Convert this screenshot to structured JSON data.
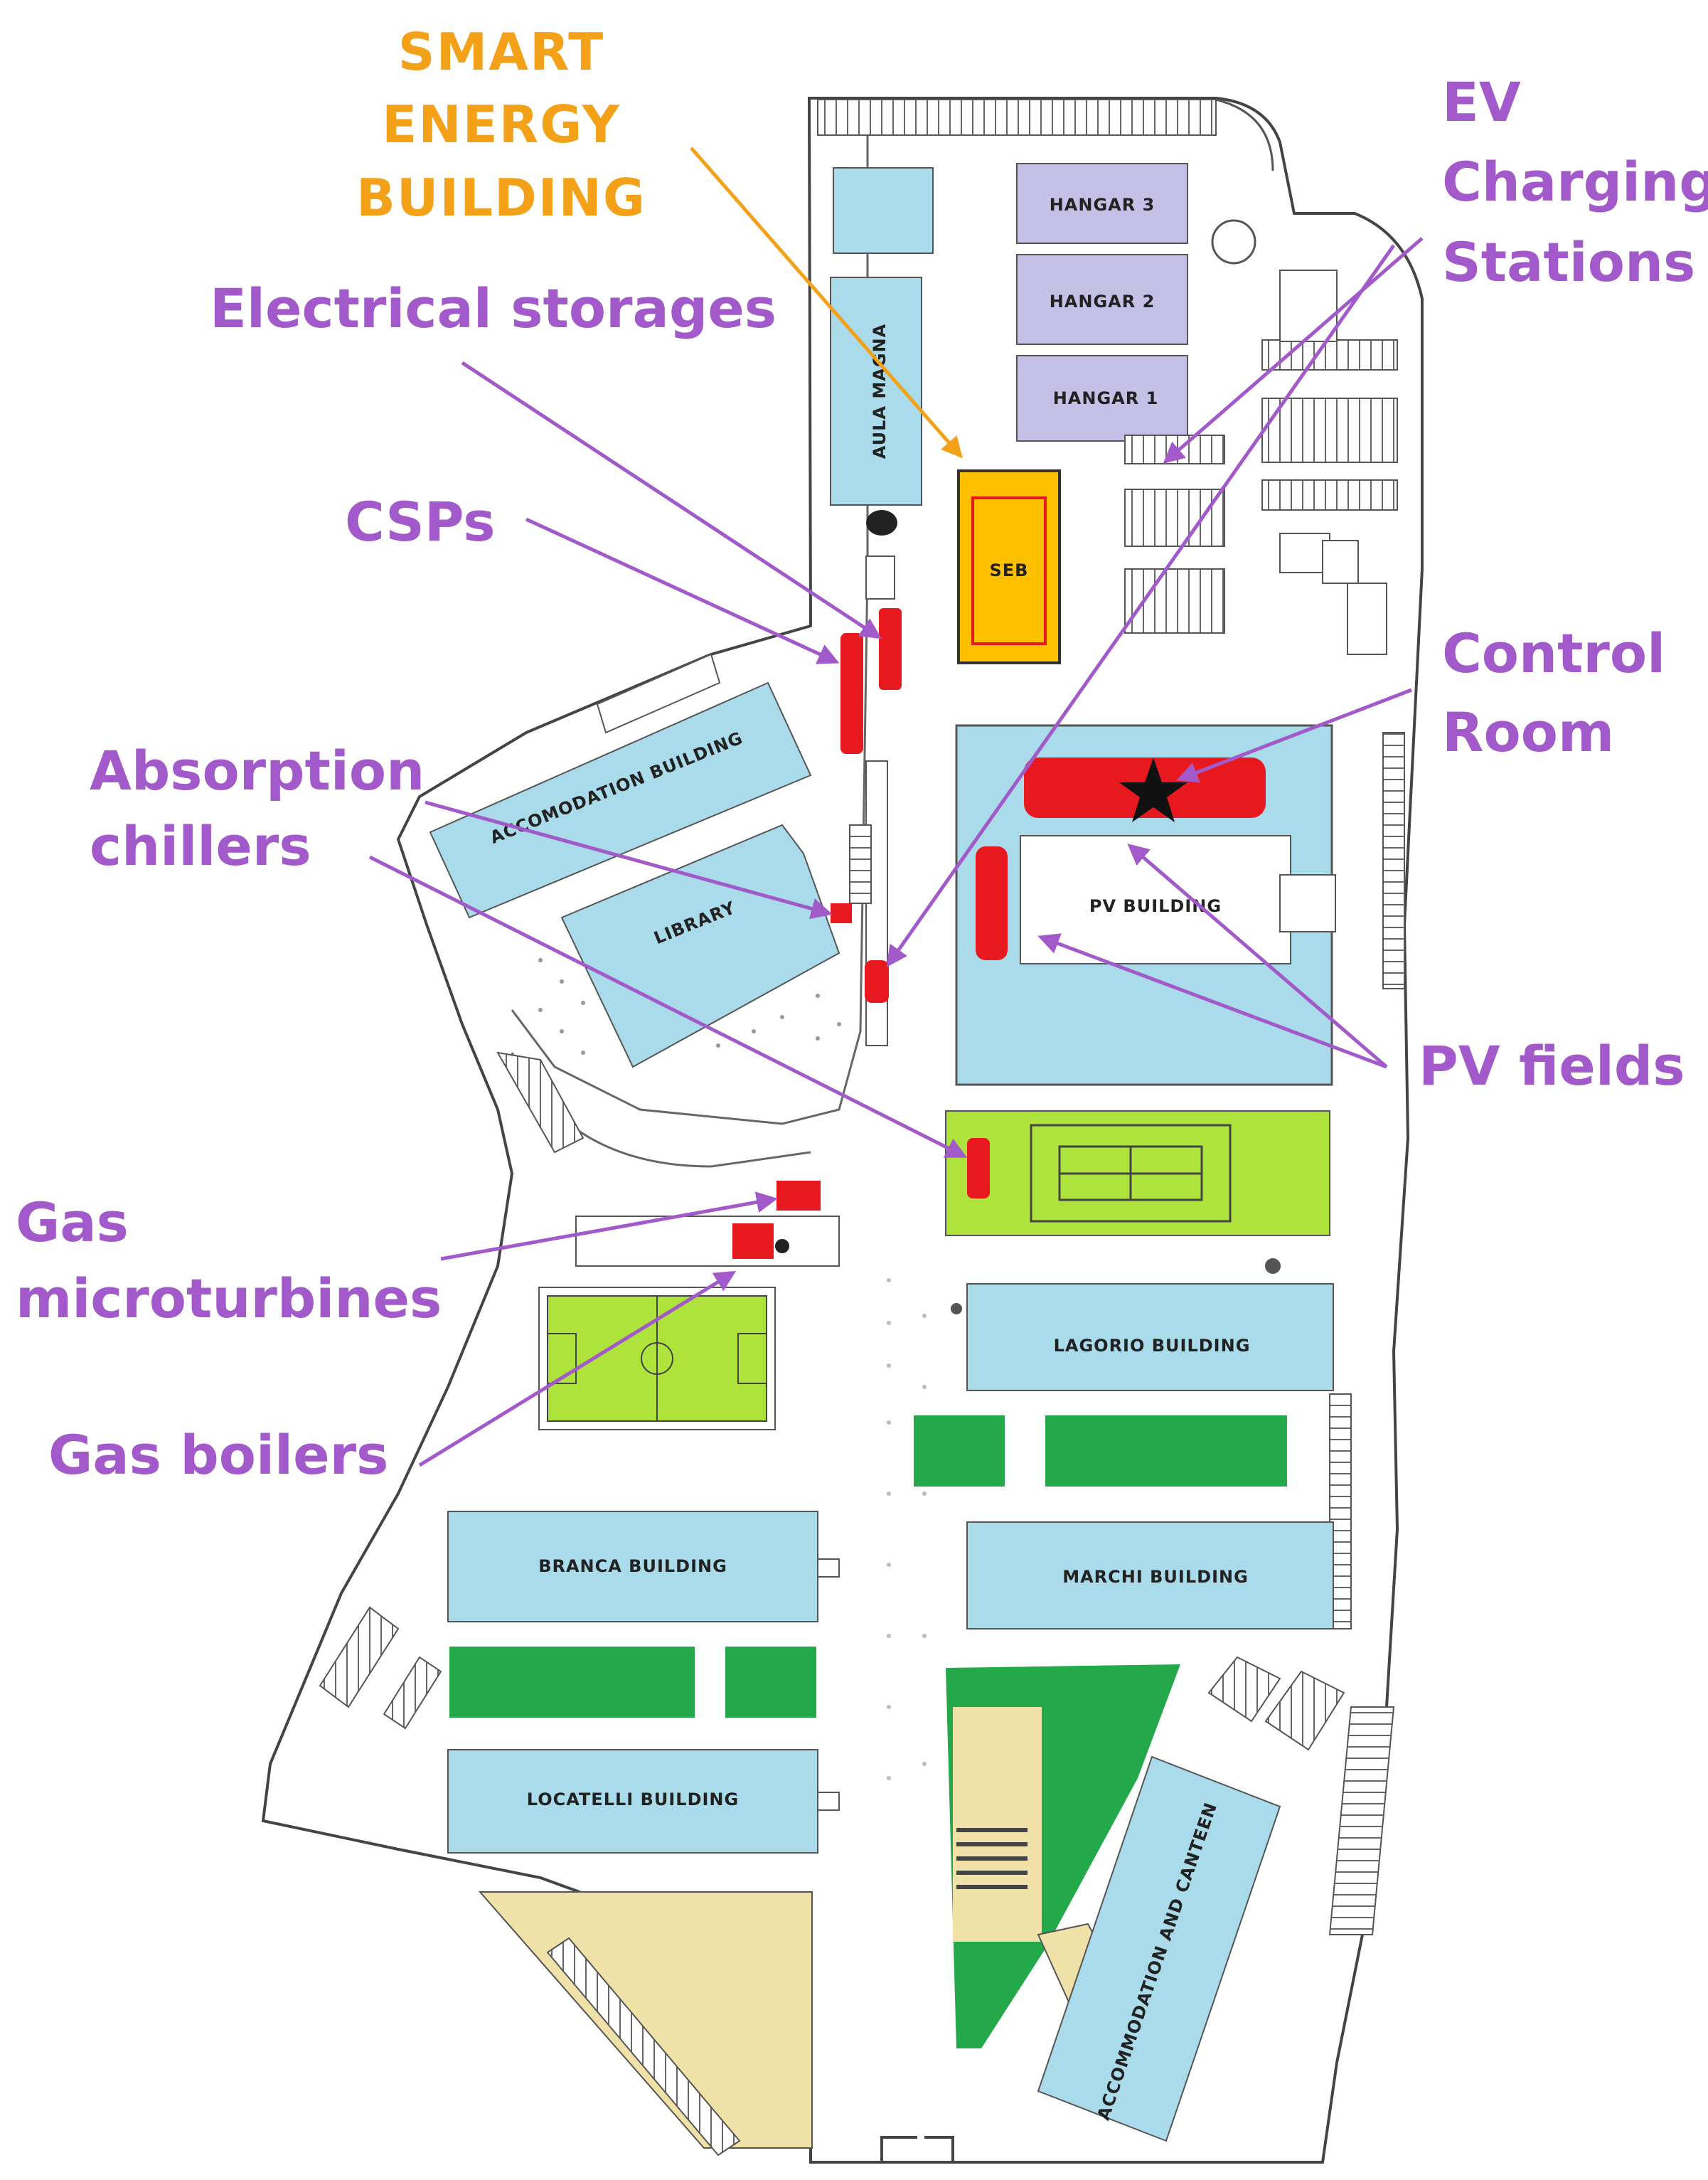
{
  "map": {
    "title_lines": [
      "SMART",
      "ENERGY",
      "BUILDING"
    ],
    "buildings": {
      "hangar3": "HANGAR 3",
      "hangar2": "HANGAR 2",
      "hangar1": "HANGAR 1",
      "aula_magna": "AULA MAGNA",
      "seb": "SEB",
      "accommodation_building": "ACCOMODATION BUILDING",
      "library": "LIBRARY",
      "pv_building": "PV BUILDING",
      "lagorio": "LAGORIO BUILDING",
      "branca": "BRANCA BUILDING",
      "marchi": "MARCHI BUILDING",
      "locatelli": "LOCATELLI BUILDING",
      "accommodation_canteen": "ACCOMMODATION AND CANTEEN"
    },
    "callouts": {
      "electrical_storages": "Electrical storages",
      "csps": "CSPs",
      "absorption_chillers_1": "Absorption",
      "absorption_chillers_2": "chillers",
      "gas_micro_1": "Gas",
      "gas_micro_2": "microturbines",
      "gas_boilers": "Gas boilers",
      "ev_1": "EV",
      "ev_2": "Charging",
      "ev_3": "Stations",
      "control_1": "Control",
      "control_2": "Room",
      "pv_fields": "PV fields"
    },
    "colors": {
      "building": "#a9dbea",
      "hangar": "#c5c0e6",
      "equipment": "#e8191e",
      "seb_fill": "#ffc000",
      "lime_field": "#aee33c",
      "green_area": "#23a94a",
      "sand": "#efe1a8",
      "callout_text": "#a259c9",
      "seb_title": "#f4a11a",
      "outline": "#555555"
    }
  }
}
